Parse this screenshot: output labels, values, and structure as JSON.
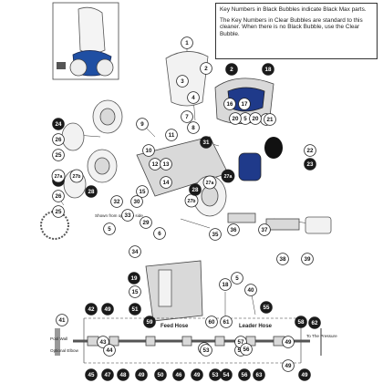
{
  "notes": {
    "line1": "Key Numbers in Black Bubbles indicate Black Max parts.",
    "line2": "The Key Numbers in Clear Bubbles are standard to this cleaner. When there is no Black Bubble, use the Clear Bubble."
  },
  "labels": {
    "feed_hose": "Feed Hose",
    "leader_hose": "Leader Hose",
    "pool_wall": "Pool Wall",
    "optional_elbow": "Optional Elbow",
    "to_the_pressure": "To The Pressure",
    "shown_from_opposite": "Shown from opposite side"
  },
  "bubbles": [
    {
      "n": "1",
      "dark": false
    },
    {
      "n": "2",
      "dark": false
    },
    {
      "n": "3",
      "dark": false
    },
    {
      "n": "4",
      "dark": false
    },
    {
      "n": "2",
      "dark": true
    },
    {
      "n": "18",
      "dark": true
    },
    {
      "n": "5",
      "dark": false
    },
    {
      "n": "6",
      "dark": false
    },
    {
      "n": "7",
      "dark": false
    },
    {
      "n": "8",
      "dark": false
    },
    {
      "n": "16",
      "dark": false
    },
    {
      "n": "17",
      "dark": false
    },
    {
      "n": "20",
      "dark": false
    },
    {
      "n": "21",
      "dark": false
    },
    {
      "n": "20",
      "dark": false
    },
    {
      "n": "24",
      "dark": true
    },
    {
      "n": "26",
      "dark": false
    },
    {
      "n": "25",
      "dark": false
    },
    {
      "n": "9",
      "dark": false
    },
    {
      "n": "10",
      "dark": false
    },
    {
      "n": "11",
      "dark": false
    },
    {
      "n": "12",
      "dark": false
    },
    {
      "n": "13",
      "dark": false
    },
    {
      "n": "14",
      "dark": false
    },
    {
      "n": "31",
      "dark": true
    },
    {
      "n": "22",
      "dark": false
    },
    {
      "n": "23",
      "dark": true
    },
    {
      "n": "24",
      "dark": true
    },
    {
      "n": "26",
      "dark": false
    },
    {
      "n": "25",
      "dark": false
    },
    {
      "n": "27a",
      "dark": false
    },
    {
      "n": "27b",
      "dark": false
    },
    {
      "n": "28",
      "dark": true
    },
    {
      "n": "27a",
      "dark": true
    },
    {
      "n": "27a",
      "dark": false
    },
    {
      "n": "27b",
      "dark": false
    },
    {
      "n": "28",
      "dark": true
    },
    {
      "n": "15",
      "dark": false
    },
    {
      "n": "30",
      "dark": false
    },
    {
      "n": "32",
      "dark": false
    },
    {
      "n": "33",
      "dark": false
    },
    {
      "n": "34",
      "dark": false
    },
    {
      "n": "29",
      "dark": false
    },
    {
      "n": "5",
      "dark": false
    },
    {
      "n": "6",
      "dark": false
    },
    {
      "n": "35",
      "dark": false
    },
    {
      "n": "36",
      "dark": false
    },
    {
      "n": "37",
      "dark": false
    },
    {
      "n": "38",
      "dark": false
    },
    {
      "n": "39",
      "dark": false
    },
    {
      "n": "19",
      "dark": true
    },
    {
      "n": "15",
      "dark": false
    },
    {
      "n": "18",
      "dark": false
    },
    {
      "n": "40",
      "dark": false
    },
    {
      "n": "55",
      "dark": true
    },
    {
      "n": "5",
      "dark": false
    },
    {
      "n": "42",
      "dark": true
    },
    {
      "n": "49",
      "dark": true
    },
    {
      "n": "51",
      "dark": true
    },
    {
      "n": "59",
      "dark": true
    },
    {
      "n": "60",
      "dark": false
    },
    {
      "n": "61",
      "dark": false
    },
    {
      "n": "58",
      "dark": true
    },
    {
      "n": "62",
      "dark": true
    },
    {
      "n": "41",
      "dark": false
    },
    {
      "n": "43",
      "dark": false
    },
    {
      "n": "44",
      "dark": false
    },
    {
      "n": "50",
      "dark": false
    },
    {
      "n": "53",
      "dark": false
    },
    {
      "n": "52",
      "dark": false
    },
    {
      "n": "57",
      "dark": false
    },
    {
      "n": "56",
      "dark": false
    },
    {
      "n": "49",
      "dark": false
    },
    {
      "n": "45",
      "dark": true
    },
    {
      "n": "47",
      "dark": true
    },
    {
      "n": "48",
      "dark": true
    },
    {
      "n": "49",
      "dark": true
    },
    {
      "n": "50",
      "dark": true
    },
    {
      "n": "46",
      "dark": true
    },
    {
      "n": "49",
      "dark": true
    },
    {
      "n": "53",
      "dark": true
    },
    {
      "n": "54",
      "dark": true
    },
    {
      "n": "56",
      "dark": true
    },
    {
      "n": "63",
      "dark": true
    },
    {
      "n": "49",
      "dark": false
    },
    {
      "n": "49",
      "dark": true
    }
  ]
}
